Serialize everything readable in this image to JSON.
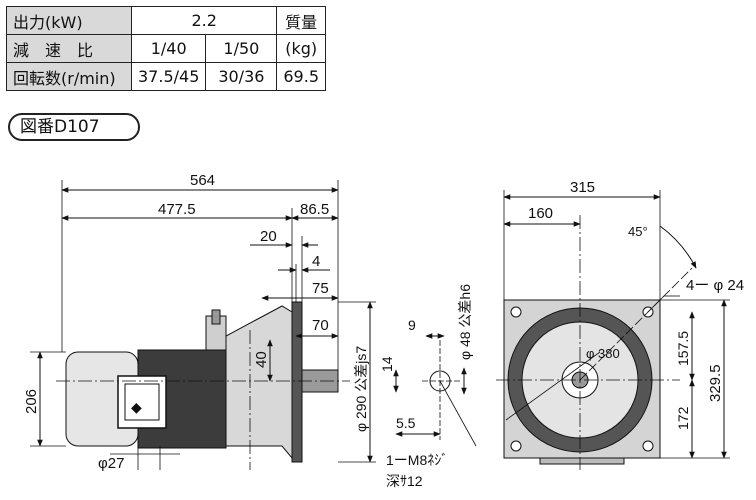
{
  "spec_table": {
    "rows": [
      [
        "出力(kW)",
        "2.2",
        "",
        "質量"
      ],
      [
        "減　速　比",
        "1/40",
        "1/50",
        "(kg)"
      ],
      [
        "回転数(r/min)",
        "37.5/45",
        "30/36",
        "69.5"
      ]
    ]
  },
  "drawing_label": "図番D107",
  "side_view": {
    "dims": {
      "total": "564",
      "body": "477.5",
      "shaft": "86.5",
      "d20": "20",
      "d4": "4",
      "d75": "75",
      "d70": "70",
      "d40": "40",
      "d206": "206",
      "phi27": "φ27",
      "phi290": "φ 290 公差js7"
    }
  },
  "shaft_detail": {
    "d9": "9",
    "d14": "14",
    "d5_5": "5.5",
    "phi48": "φ 48 公差h6",
    "note_line1": "1ーM8ﾈｼﾞ",
    "note_line2": "深ｻ12"
  },
  "front_view": {
    "dims": {
      "d315": "315",
      "d160": "160",
      "angle": "45°",
      "holes": "4ー φ 24",
      "d157_5": "157.5",
      "d172": "172",
      "d329_5": "329.5",
      "phi380": "φ 380"
    }
  }
}
